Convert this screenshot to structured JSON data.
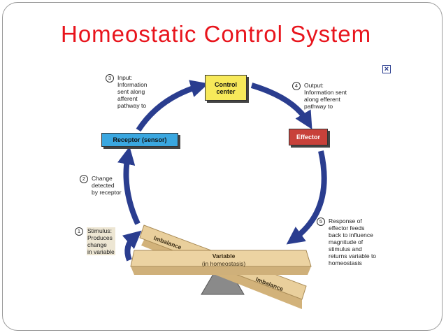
{
  "slide": {
    "title": "Homeostatic Control System"
  },
  "diagram": {
    "close_icon_glyph": "×",
    "control_center": "Control\ncenter",
    "receptor": "Receptor (sensor)",
    "effector": "Effector",
    "steps": [
      {
        "number": "1",
        "text": "Stimulus:\nProduces\nchange\nin variable"
      },
      {
        "number": "2",
        "text": "Change\ndetected\nby receptor"
      },
      {
        "number": "3",
        "text": "Input:\nInformation\nsent along\nafferent\npathway to"
      },
      {
        "number": "4",
        "text": "Output:\nInformation sent\nalong efferent\npathway to"
      },
      {
        "number": "5",
        "text": "Response of\neffector feeds\nback to influence\nmagnitude of\nstimulus and\nreturns variable to\nhomeostasis"
      }
    ],
    "imbalance_left": "Imbalance",
    "imbalance_right": "Imbalance",
    "variable": "Variable",
    "variable_sub": "(in homeostasis)",
    "colors": {
      "title": "#e8141c",
      "arrow": "#2a3d8f",
      "control_center": "#f7e95a",
      "receptor": "#3aa7e0",
      "effector": "#c8413a",
      "plank": "#e9cf9c"
    }
  }
}
